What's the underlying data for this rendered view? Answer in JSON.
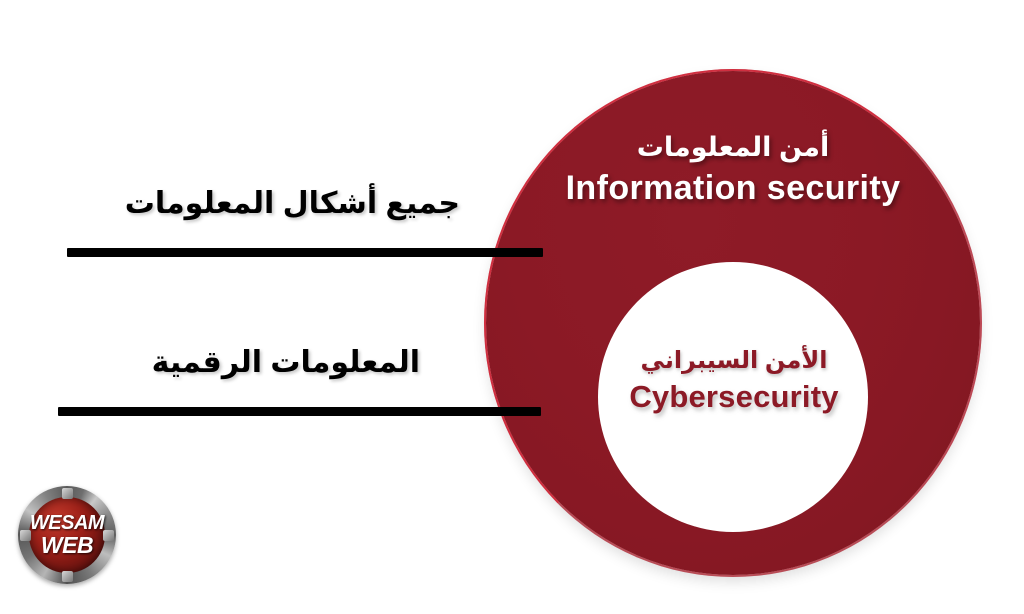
{
  "background_color": "#ffffff",
  "palette": {
    "outer_circle": "#8c1a26",
    "outer_circle_rim": "#ce2133",
    "inner_circle": "#ffffff",
    "inner_text": "#8c1a26",
    "outer_text": "#ffffff",
    "rule_color": "#000000",
    "label_color": "#000000"
  },
  "diagram": {
    "outer": {
      "arabic": "أمن المعلومات",
      "english": "Information security"
    },
    "inner": {
      "arabic": "الأمن السيبراني",
      "english": "Cybersecurity"
    }
  },
  "callouts": [
    {
      "label": "جميع أشكال المعلومات"
    },
    {
      "label": "المعلومات الرقمية"
    }
  ],
  "logo": {
    "line1": "WESAM",
    "line2": "WEB"
  }
}
